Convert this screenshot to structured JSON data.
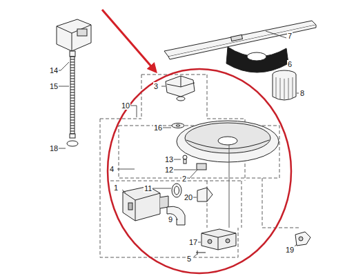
{
  "diagram": {
    "labels": [
      "7",
      "14",
      "6",
      "3",
      "8",
      "10",
      "16",
      "15",
      "4",
      "13",
      "12",
      "2",
      "18",
      "1",
      "11",
      "20",
      "9",
      "17",
      "5",
      "19"
    ]
  }
}
